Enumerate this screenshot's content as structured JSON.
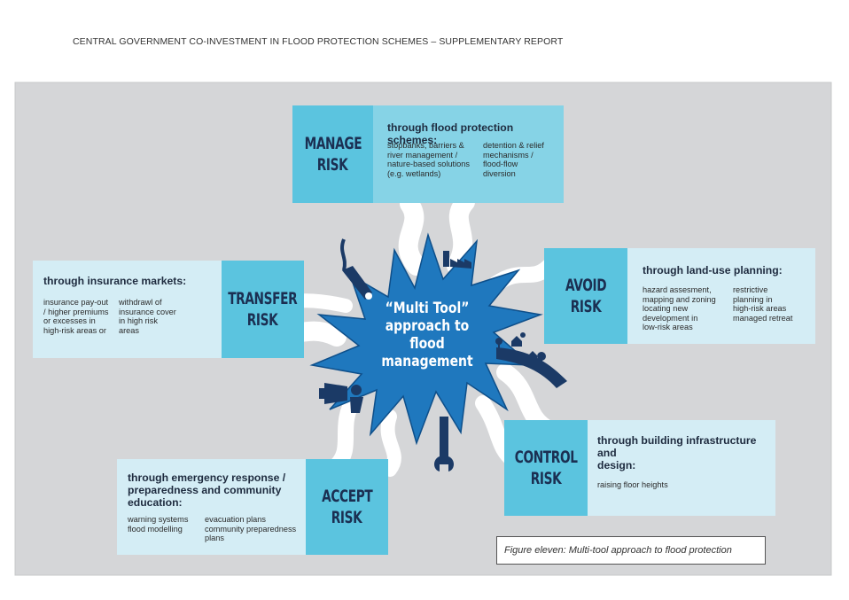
{
  "document": {
    "header": "CENTRAL GOVERNMENT CO-INVESTMENT IN FLOOD PROTECTION SCHEMES – SUPPLEMENTARY REPORT"
  },
  "diagram": {
    "center": [
      "“Multi Tool”",
      "approach to",
      "flood",
      "management"
    ],
    "manage": {
      "tag": [
        "MANAGE",
        "RISK"
      ],
      "heading": "through flood protection schemes:",
      "col1": "stopbanks, barriers &\nriver management /\nnature-based solutions\n(e.g. wetlands)",
      "col2": "detention & relief\nmechanisms /\nflood-flow\ndiversion"
    },
    "transfer": {
      "tag": [
        "TRANSFER",
        "RISK"
      ],
      "heading": "through insurance markets:",
      "col1": "insurance pay-out\n/ higher premiums\nor excesses in\nhigh-risk areas or",
      "col2": "withdrawl of\ninsurance cover\nin high risk\nareas"
    },
    "avoid": {
      "tag": [
        "AVOID",
        "RISK"
      ],
      "heading": "through land-use planning:",
      "col1": "hazard assesment,\nmapping and zoning\nlocating new\ndevelopment in\nlow-risk areas",
      "col2": "restrictive\nplanning in\nhigh-risk areas\nmanaged retreat"
    },
    "control": {
      "tag": [
        "CONTROL",
        "RISK"
      ],
      "heading": "through building infrastructure and\ndesign:",
      "col1": "raising floor heights"
    },
    "accept": {
      "tag": [
        "ACCEPT",
        "RISK"
      ],
      "heading": "through emergency response /\npreparedness and community\neducation:",
      "col1": "warning systems\nflood modelling",
      "col2": "evacuation plans\ncommunity preparedness\nplans"
    },
    "caption": "Figure eleven: Multi-tool approach to flood protection"
  },
  "colors": {
    "panel": "#d5d6d8",
    "star": "#1f78be",
    "tag": "#5bc4df",
    "box_light": "#d4edf5",
    "box_manage": "#86d3e6",
    "icon": "#1b3a66"
  },
  "icons": [
    "pen-icon",
    "factory-icon",
    "road-trees-icon",
    "wrench-icon",
    "megaphone-icon"
  ]
}
